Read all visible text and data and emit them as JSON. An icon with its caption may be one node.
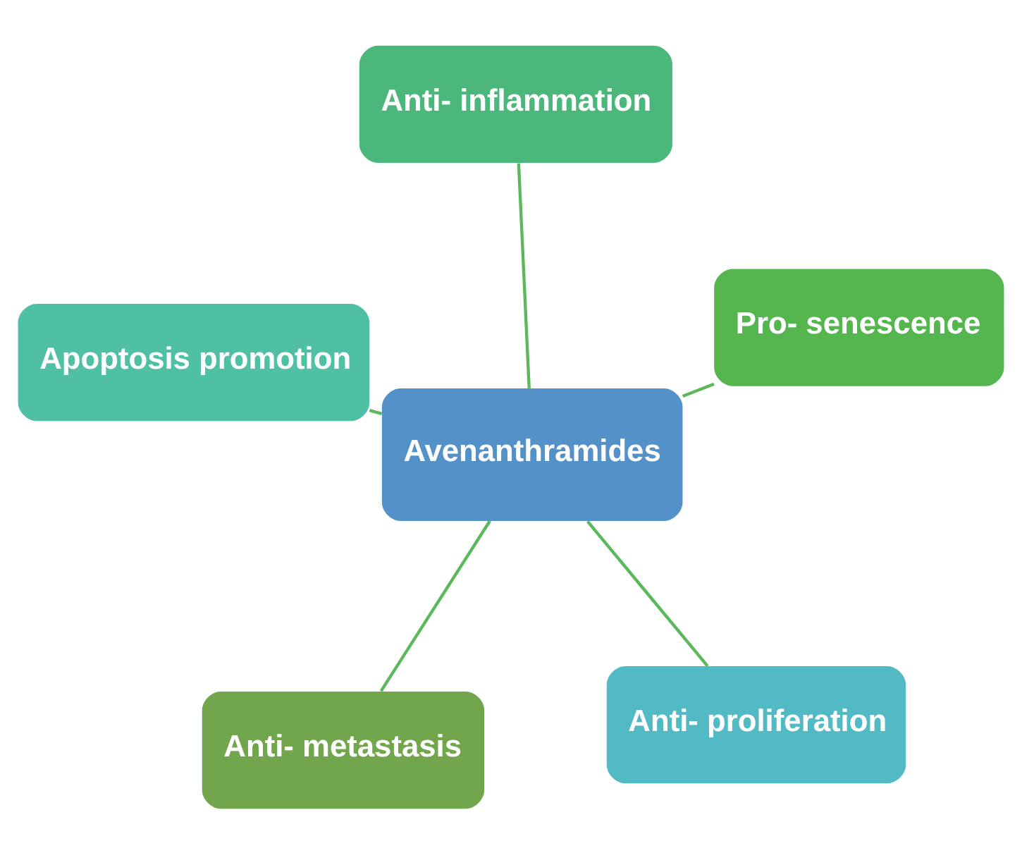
{
  "diagram": {
    "nodes": [
      {
        "text": [
          "Avenanthramides"
        ]
      },
      {
        "text": [
          "Anti- proliferation"
        ]
      },
      {
        "text": [
          "Anti- metastasis"
        ]
      },
      {
        "text": [
          "Apoptosis promotion"
        ]
      },
      {
        "text": [
          "Pro- senescence"
        ]
      },
      {
        "text": [
          "Anti- inflammation"
        ]
      }
    ],
    "edges": [
      {
        "from": 0,
        "to": 1,
        "arrow": "none"
      },
      {
        "from": 0,
        "to": 2,
        "arrow": "none"
      },
      {
        "from": 0,
        "to": 3,
        "arrow": "none"
      },
      {
        "from": 0,
        "to": 4,
        "arrow": "none"
      },
      {
        "from": 0,
        "to": 5,
        "arrow": "none"
      }
    ]
  }
}
